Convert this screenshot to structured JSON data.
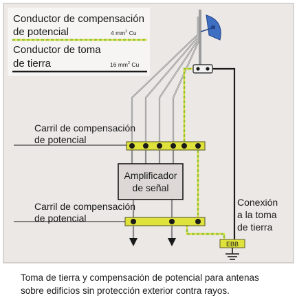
{
  "legend": {
    "equipotential_label_line1": "Conductor de compensación",
    "equipotential_label_line2": "de potencial",
    "equipotential_size": "4 mm",
    "equipotential_size_unit": "Cu",
    "earth_label_line1": "Conductor de toma",
    "earth_label_line2": "de tierra",
    "earth_size": "16 mm",
    "earth_size_unit": "Cu",
    "superscript": "2"
  },
  "labels": {
    "rail_top_line1": "Carril de compensación",
    "rail_top_line2": "de potencial",
    "amplifier_line1": "Amplificador",
    "amplifier_line2": "de señal",
    "rail_bottom_line1": "Carril de compensación",
    "rail_bottom_line2": "de potencial",
    "earth_connection_line1": "Conexión",
    "earth_connection_line2": "a la toma",
    "earth_connection_line3": "de tierra",
    "ebb": "EBB"
  },
  "caption": {
    "line1": "Toma de tierra y compensación de potencial para antenas",
    "line2": "sobre edificios sin protección exterior contra rayos."
  },
  "colors": {
    "diagram_background": "#ebe8e6",
    "legend_background": "#f6f5f4",
    "rail_fill": "#dfe23a",
    "amplifier_fill": "#ddd8d5",
    "cable_gray": "#8a8a8a",
    "equipotential_green": "#8fc531",
    "equipotential_yellow": "#e3de3c",
    "earth_black": "#1a1a1a",
    "antenna_blue": "#3f6fc3"
  }
}
